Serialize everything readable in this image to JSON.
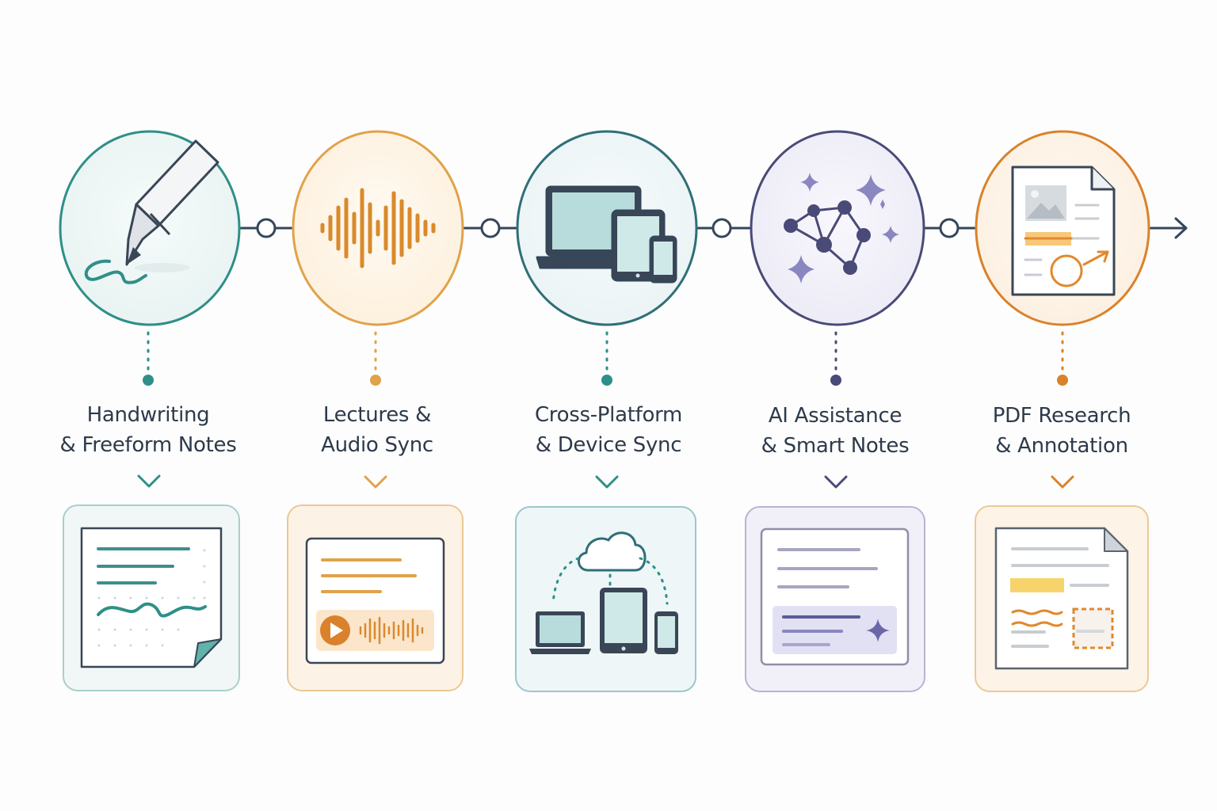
{
  "colors": {
    "teal": "#2f8f88",
    "amber": "#e0a24a",
    "slate": "#2f6f78",
    "purple": "#4a4a78",
    "orange": "#d9822b",
    "connector": "#34465a"
  },
  "features": [
    {
      "id": "handwriting",
      "icon": "pen-icon",
      "detail_icon": "handwritten-note-icon",
      "title_line1": "Handwriting",
      "title_line2": "& Freeform Notes",
      "accent": "#2f8f88"
    },
    {
      "id": "audio",
      "icon": "soundwave-icon",
      "detail_icon": "audio-player-note-icon",
      "title_line1": "Lectures &",
      "title_line2": "Audio Sync",
      "accent": "#e0a24a"
    },
    {
      "id": "sync",
      "icon": "devices-icon",
      "detail_icon": "cloud-sync-icon",
      "title_line1": "Cross-Platform",
      "title_line2": "& Device Sync",
      "accent": "#2f6f78"
    },
    {
      "id": "ai",
      "icon": "ai-network-icon",
      "detail_icon": "smart-note-icon",
      "title_line1": "AI Assistance",
      "title_line2": "& Smart Notes",
      "accent": "#4a4a78"
    },
    {
      "id": "pdf",
      "icon": "pdf-document-icon",
      "detail_icon": "annotated-pdf-icon",
      "title_line1": "PDF Research",
      "title_line2": "& Annotation",
      "accent": "#d9822b"
    }
  ]
}
